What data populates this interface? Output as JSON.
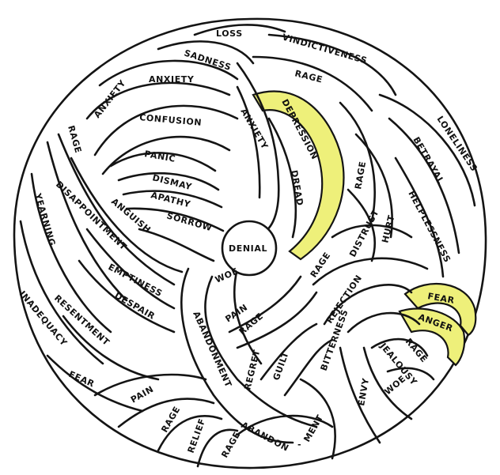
{
  "labels": {
    "loss": "LOSS",
    "sadness": "SADNESS",
    "vindictiveness": "VINDICTIVENESS",
    "anxiety_1": "ANXIETY",
    "anxiety_2": "ANXIETY",
    "anxiety_3": "ANXIETY",
    "rage_top": "RAGE",
    "depression": "DEPRESSION",
    "loneliness": "LONELINESS",
    "confusion": "CONFUSION",
    "rage_left": "RAGE",
    "betrayal": "BETRAYAL",
    "panic": "PANIC",
    "dread": "DREAD",
    "rage_mid": "RAGE",
    "dismay": "DISMAY",
    "helplessness": "HELPLESSNESS",
    "yearning": "YEARNING",
    "disappointment": "DISAPPOINTMENT",
    "apathy": "APATHY",
    "anguish": "ANGUISH",
    "distrust": "DISTRUST",
    "hurt": "HURT",
    "sorrow": "SORROW",
    "denial": "DENIAL",
    "rage_center": "RAGE",
    "emptiness": "EMPTINESS",
    "rejection": "REJECTION",
    "resentment": "RESENTMENT",
    "woe_center": "WOE",
    "inadequacy": "INADEQUACY",
    "pain_center": "PAIN",
    "despair": "DESPAIR",
    "fear_yellow": "FEAR",
    "abandonment": "ABANDONMENT",
    "rage_low": "RAGE",
    "anger": "ANGER",
    "bitterness": "BITTERNESS",
    "rage_right": "RAGE",
    "fear_left": "FEAR",
    "regret": "REGRET",
    "guilt": "GUILT",
    "jealousy": "JEALOUSY",
    "pain_low": "PAIN",
    "woe_right": "WOE",
    "envy": "ENVY",
    "rage_bottom": "RAGE",
    "relief": "RELIEF",
    "abandon": "ABANDON",
    "ment": "MENT",
    "rage_bottom2": "RAGE"
  },
  "colors": {
    "outline": "#141414",
    "highlight": "#eef07a",
    "band_fill": "#ffffff"
  }
}
